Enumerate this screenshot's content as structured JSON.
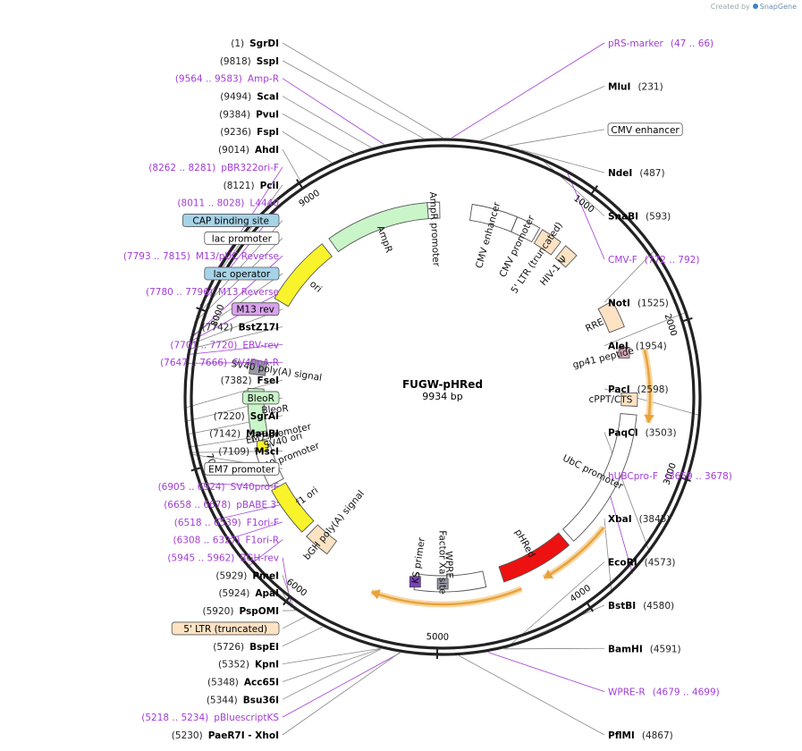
{
  "watermark": {
    "prefix": "Created by",
    "brand": "SnapGene"
  },
  "plasmid": {
    "name": "FUGW-pHRed",
    "size": "9934 bp",
    "length": 9934
  },
  "ticks": [
    "1000",
    "2000",
    "3000",
    "4000",
    "5000",
    "6000",
    "7000",
    "8000",
    "9000"
  ],
  "features": [
    {
      "name": "CMV enhancer",
      "start": 242,
      "end": 621,
      "kind": "plain",
      "color": "#ffffff"
    },
    {
      "name": "CMV promoter",
      "start": 622,
      "end": 825,
      "kind": "promoter",
      "color": "#ffffff"
    },
    {
      "name": "5' LTR (truncated)",
      "start": 850,
      "end": 1030,
      "kind": "box",
      "color": "#fde2c4"
    },
    {
      "name": "HIV-1 Ψ",
      "start": 1080,
      "end": 1200,
      "kind": "box",
      "color": "#fde2c4"
    },
    {
      "name": "RRE",
      "start": 1670,
      "end": 1900,
      "kind": "box",
      "color": "#fde2c4"
    },
    {
      "name": "gp41 peptide",
      "start": 2060,
      "end": 2150,
      "kind": "small",
      "color": "#d9a9b8"
    },
    {
      "name": "cPPT/CTS",
      "start": 2450,
      "end": 2560,
      "kind": "box",
      "color": "#fde2c4"
    },
    {
      "name": "UbC promoter",
      "start": 2630,
      "end": 3800,
      "kind": "promoter",
      "color": "#ffffff"
    },
    {
      "name": "pHRed",
      "start": 3850,
      "end": 4460,
      "kind": "gene",
      "color": "#ee1111"
    },
    {
      "name": "WPRE",
      "start": 4610,
      "end": 5200,
      "kind": "plain",
      "color": "#ffffff"
    },
    {
      "name": "bGH poly(A) signal",
      "start": 5970,
      "end": 6190,
      "kind": "box",
      "color": "#fde2c4"
    },
    {
      "name": "f1 ori",
      "start": 6240,
      "end": 6660,
      "kind": "arrow",
      "color": "#f8f32b"
    },
    {
      "name": "SV40 promoter",
      "start": 6700,
      "end": 7030,
      "kind": "promoter",
      "color": "#ffffff"
    },
    {
      "name": "SV40 ori",
      "start": 6990,
      "end": 7070,
      "kind": "small",
      "color": "#f8f32b"
    },
    {
      "name": "EM7 promoter",
      "start": 7080,
      "end": 7130,
      "kind": "promoter",
      "color": "#ffffff"
    },
    {
      "name": "BleoR",
      "start": 7150,
      "end": 7520,
      "kind": "arrow",
      "color": "#c9f5c9"
    },
    {
      "name": "SV40 poly(A) signal",
      "start": 7640,
      "end": 7760,
      "kind": "box",
      "color": "#9a9aa8"
    },
    {
      "name": "ori",
      "start": 8290,
      "end": 8880,
      "kind": "arrow",
      "color": "#f8f32b"
    },
    {
      "name": "AmpR",
      "start": 8950,
      "end": 9810,
      "kind": "arrow",
      "color": "#c9f5c9"
    },
    {
      "name": "AmpR promoter",
      "start": 9810,
      "end": 9910,
      "kind": "promoter",
      "color": "#ffffff"
    },
    {
      "name": "Factor Xa site",
      "start": 4960,
      "end": 4972,
      "kind": "small",
      "color": "#9a9aa8"
    },
    {
      "name": "KS primer",
      "start": 5190,
      "end": 5210,
      "kind": "small",
      "color": "#7b3fbf"
    }
  ],
  "orfs": [
    {
      "start": 2120,
      "end": 2680
    },
    {
      "start": 3560,
      "end": 4160
    },
    {
      "start": 4350,
      "end": 5520
    }
  ],
  "labels": [
    {
      "name": "SgrDI",
      "pos": "(1)",
      "pos_side": "left",
      "kind": "enzyme",
      "bp": 1
    },
    {
      "name": "SspI",
      "pos": "(9818)",
      "pos_side": "left",
      "kind": "enzyme",
      "bp": 9818
    },
    {
      "name": "Amp-R",
      "pos": "(9564 .. 9583)",
      "pos_side": "left",
      "kind": "primer",
      "bp": 9574
    },
    {
      "name": "ScaI",
      "pos": "(9494)",
      "pos_side": "left",
      "kind": "enzyme",
      "bp": 9494
    },
    {
      "name": "PvuI",
      "pos": "(9384)",
      "pos_side": "left",
      "kind": "enzyme",
      "bp": 9384
    },
    {
      "name": "FspI",
      "pos": "(9236)",
      "pos_side": "left",
      "kind": "enzyme",
      "bp": 9236
    },
    {
      "name": "AhdI",
      "pos": "(9014)",
      "pos_side": "left",
      "kind": "enzyme",
      "bp": 9014
    },
    {
      "name": "pBR322ori-F",
      "pos": "(8262 .. 8281)",
      "pos_side": "left",
      "kind": "primer",
      "bp": 8272
    },
    {
      "name": "PciI",
      "pos": "(8121)",
      "pos_side": "left",
      "kind": "enzyme",
      "bp": 8121
    },
    {
      "name": "L4440",
      "pos": "(8011 .. 8028)",
      "pos_side": "left",
      "kind": "primer",
      "bp": 8020
    },
    {
      "name": "CAP binding site",
      "pos": "",
      "pos_side": "left",
      "kind": "feature",
      "color": "#a7d3e8",
      "bp": 7950
    },
    {
      "name": "lac promoter",
      "pos": "",
      "pos_side": "left",
      "kind": "feature",
      "color": "#ffffff",
      "bp": 7910
    },
    {
      "name": "M13/pUC Reverse",
      "pos": "(7793 .. 7815)",
      "pos_side": "left",
      "kind": "primer",
      "bp": 7804
    },
    {
      "name": "lac operator",
      "pos": "",
      "pos_side": "left",
      "kind": "feature",
      "color": "#a7d3e8",
      "bp": 7820
    },
    {
      "name": "M13 Reverse",
      "pos": "(7780 .. 7796)",
      "pos_side": "left",
      "kind": "primer",
      "bp": 7788
    },
    {
      "name": "M13 rev",
      "pos": "",
      "pos_side": "left",
      "kind": "feature",
      "color": "#d9a3ec",
      "bp": 7770
    },
    {
      "name": "BstZ17I",
      "pos": "(7742)",
      "pos_side": "left",
      "kind": "enzyme",
      "bp": 7742
    },
    {
      "name": "EBV-rev",
      "pos": "(7701 .. 7720)",
      "pos_side": "left",
      "kind": "primer",
      "bp": 7710
    },
    {
      "name": "SV40pA-R",
      "pos": "(7647 .. 7666)",
      "pos_side": "left",
      "kind": "primer",
      "bp": 7656
    },
    {
      "name": "FseI",
      "pos": "(7382)",
      "pos_side": "left",
      "kind": "enzyme",
      "bp": 7382
    },
    {
      "name": "BleoR",
      "pos": "",
      "pos_side": "left",
      "kind": "feature",
      "color": "#c9f5c9",
      "bp": 7300
    },
    {
      "name": "SgrAI",
      "pos": "(7220)",
      "pos_side": "left",
      "kind": "enzyme",
      "bp": 7220
    },
    {
      "name": "MauBI",
      "pos": "(7142)",
      "pos_side": "left",
      "kind": "enzyme",
      "bp": 7142
    },
    {
      "name": "MscI",
      "pos": "(7109)",
      "pos_side": "left",
      "kind": "enzyme",
      "bp": 7109
    },
    {
      "name": "EM7 promoter",
      "pos": "",
      "pos_side": "left",
      "kind": "feature",
      "color": "#ffffff",
      "bp": 7100
    },
    {
      "name": "SV40pro-F",
      "pos": "(6905 .. 6924)",
      "pos_side": "left",
      "kind": "primer",
      "bp": 6914
    },
    {
      "name": "pBABE 3'",
      "pos": "(6658 .. 6678)",
      "pos_side": "left",
      "kind": "primer",
      "bp": 6668
    },
    {
      "name": "F1ori-F",
      "pos": "(6518 .. 6539)",
      "pos_side": "left",
      "kind": "primer",
      "bp": 6528
    },
    {
      "name": "F1ori-R",
      "pos": "(6308 .. 6327)",
      "pos_side": "left",
      "kind": "primer",
      "bp": 6318
    },
    {
      "name": "BGH-rev",
      "pos": "(5945 .. 5962)",
      "pos_side": "left",
      "kind": "primer",
      "bp": 5953
    },
    {
      "name": "PmeI",
      "pos": "(5929)",
      "pos_side": "left",
      "kind": "enzyme",
      "bp": 5929
    },
    {
      "name": "ApaI",
      "pos": "(5924)",
      "pos_side": "left",
      "kind": "enzyme",
      "bp": 5924
    },
    {
      "name": "PspOMI",
      "pos": "(5920)",
      "pos_side": "left",
      "kind": "enzyme",
      "bp": 5920
    },
    {
      "name": "5' LTR (truncated)",
      "pos": "",
      "pos_side": "left",
      "kind": "feature",
      "color": "#fde2c4",
      "bp": 5850
    },
    {
      "name": "BspEI",
      "pos": "(5726)",
      "pos_side": "left",
      "kind": "enzyme",
      "bp": 5726
    },
    {
      "name": "KpnI",
      "pos": "(5352)",
      "pos_side": "left",
      "kind": "enzyme",
      "bp": 5352
    },
    {
      "name": "Acc65I",
      "pos": "(5348)",
      "pos_side": "left",
      "kind": "enzyme",
      "bp": 5348
    },
    {
      "name": "Bsu36I",
      "pos": "(5344)",
      "pos_side": "left",
      "kind": "enzyme",
      "bp": 5344
    },
    {
      "name": "pBluescriptKS",
      "pos": "(5218 .. 5234)",
      "pos_side": "left",
      "kind": "primer",
      "bp": 5226
    },
    {
      "name": "PaeR7I - XhoI",
      "pos": "(5230)",
      "pos_side": "left",
      "kind": "enzyme",
      "bp": 5230
    },
    {
      "name": "PflMI",
      "pos": "(4867)",
      "pos_side": "right",
      "kind": "enzyme",
      "bp": 4867
    },
    {
      "name": "WPRE-R",
      "pos": "(4679 .. 4699)",
      "pos_side": "right",
      "kind": "primer",
      "bp": 4689
    },
    {
      "name": "BamHI",
      "pos": "(4591)",
      "pos_side": "right",
      "kind": "enzyme",
      "bp": 4591
    },
    {
      "name": "BstBI",
      "pos": "(4580)",
      "pos_side": "right",
      "kind": "enzyme",
      "bp": 4580
    },
    {
      "name": "EcoRI",
      "pos": "(4573)",
      "pos_side": "right",
      "kind": "enzyme",
      "bp": 4573
    },
    {
      "name": "XbaI",
      "pos": "(3845)",
      "pos_side": "right",
      "kind": "enzyme",
      "bp": 3845
    },
    {
      "name": "hUBCpro-F",
      "pos": "(3659 .. 3678)",
      "pos_side": "right",
      "kind": "primer",
      "bp": 3668
    },
    {
      "name": "PaqCI",
      "pos": "(3503)",
      "pos_side": "right",
      "kind": "enzyme",
      "bp": 3503
    },
    {
      "name": "PacI",
      "pos": "(2598)",
      "pos_side": "right",
      "kind": "enzyme",
      "bp": 2598
    },
    {
      "name": "AleI",
      "pos": "(1954)",
      "pos_side": "right",
      "kind": "enzyme",
      "bp": 1954
    },
    {
      "name": "NotI",
      "pos": "(1525)",
      "pos_side": "right",
      "kind": "enzyme",
      "bp": 1525
    },
    {
      "name": "CMV-F",
      "pos": "(772 .. 792)",
      "pos_side": "right",
      "kind": "primer",
      "bp": 782
    },
    {
      "name": "SnaBI",
      "pos": "(593)",
      "pos_side": "right",
      "kind": "enzyme",
      "bp": 593
    },
    {
      "name": "NdeI",
      "pos": "(487)",
      "pos_side": "right",
      "kind": "enzyme",
      "bp": 487
    },
    {
      "name": "CMV enhancer",
      "pos": "",
      "pos_side": "right",
      "kind": "feature",
      "color": "#ffffff",
      "bp": 400
    },
    {
      "name": "MluI",
      "pos": "(231)",
      "pos_side": "right",
      "kind": "enzyme",
      "bp": 231
    },
    {
      "name": "pRS-marker",
      "pos": "(47 .. 66)",
      "pos_side": "right",
      "kind": "primer",
      "bp": 56
    }
  ],
  "colors": {
    "primer": "#a23dd6",
    "enzyme": "#111111",
    "orf": "#e8a23a",
    "orf_halo": "#f7d7a4",
    "backbone": "#222222"
  }
}
